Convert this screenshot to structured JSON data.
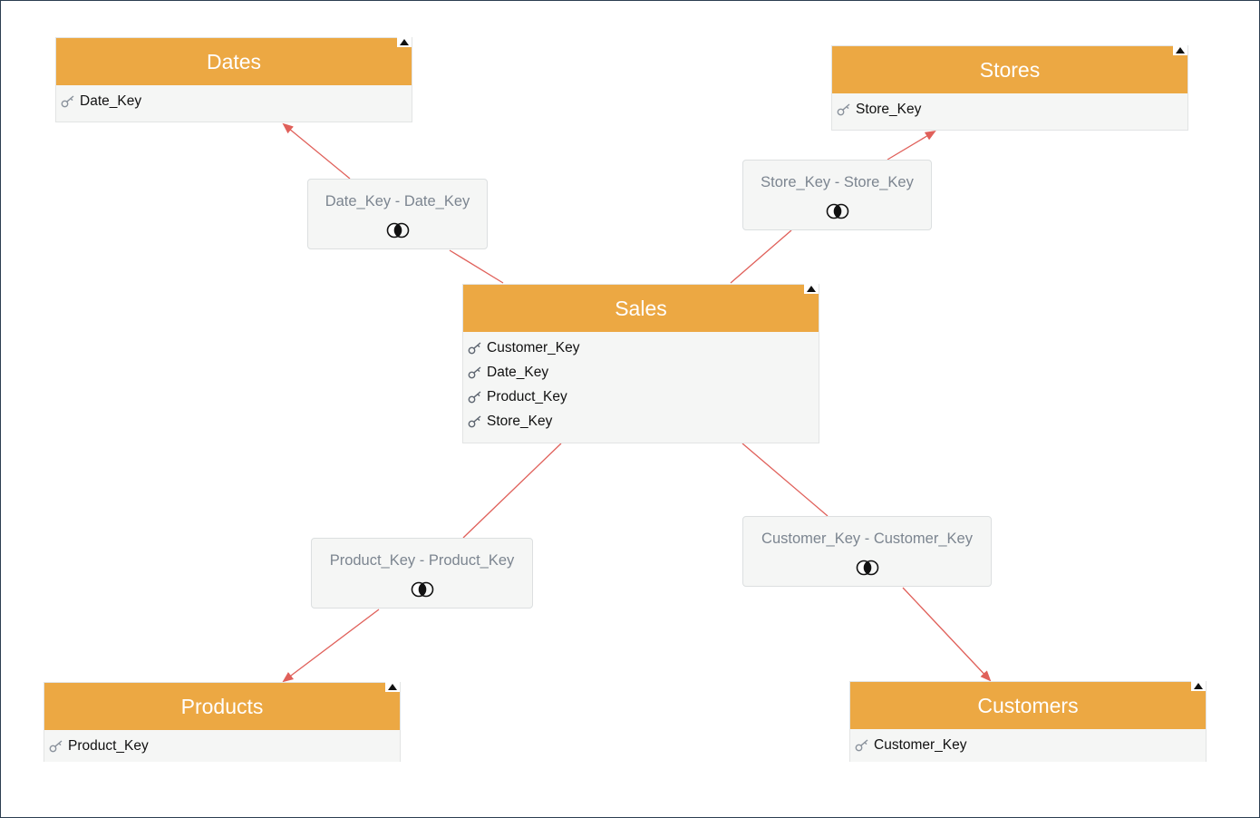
{
  "tables": {
    "dates": {
      "title": "Dates",
      "fields": [
        "Date_Key"
      ]
    },
    "stores": {
      "title": "Stores",
      "fields": [
        "Store_Key"
      ]
    },
    "sales": {
      "title": "Sales",
      "fields": [
        "Customer_Key",
        "Date_Key",
        "Product_Key",
        "Store_Key"
      ]
    },
    "products": {
      "title": "Products",
      "fields": [
        "Product_Key"
      ]
    },
    "customers": {
      "title": "Customers",
      "fields": [
        "Customer_Key"
      ]
    }
  },
  "relationships": {
    "dates": {
      "label": "Date_Key - Date_Key",
      "join_icon": "inner-join-icon"
    },
    "stores": {
      "label": "Store_Key - Store_Key",
      "join_icon": "inner-join-icon"
    },
    "products": {
      "label": "Product_Key - Product_Key",
      "join_icon": "inner-join-icon"
    },
    "customers": {
      "label": "Customer_Key - Customer_Key",
      "join_icon": "inner-join-icon"
    }
  },
  "colors": {
    "header": "#eca843",
    "link": "#e0605a",
    "relation_text": "#7c8590"
  }
}
